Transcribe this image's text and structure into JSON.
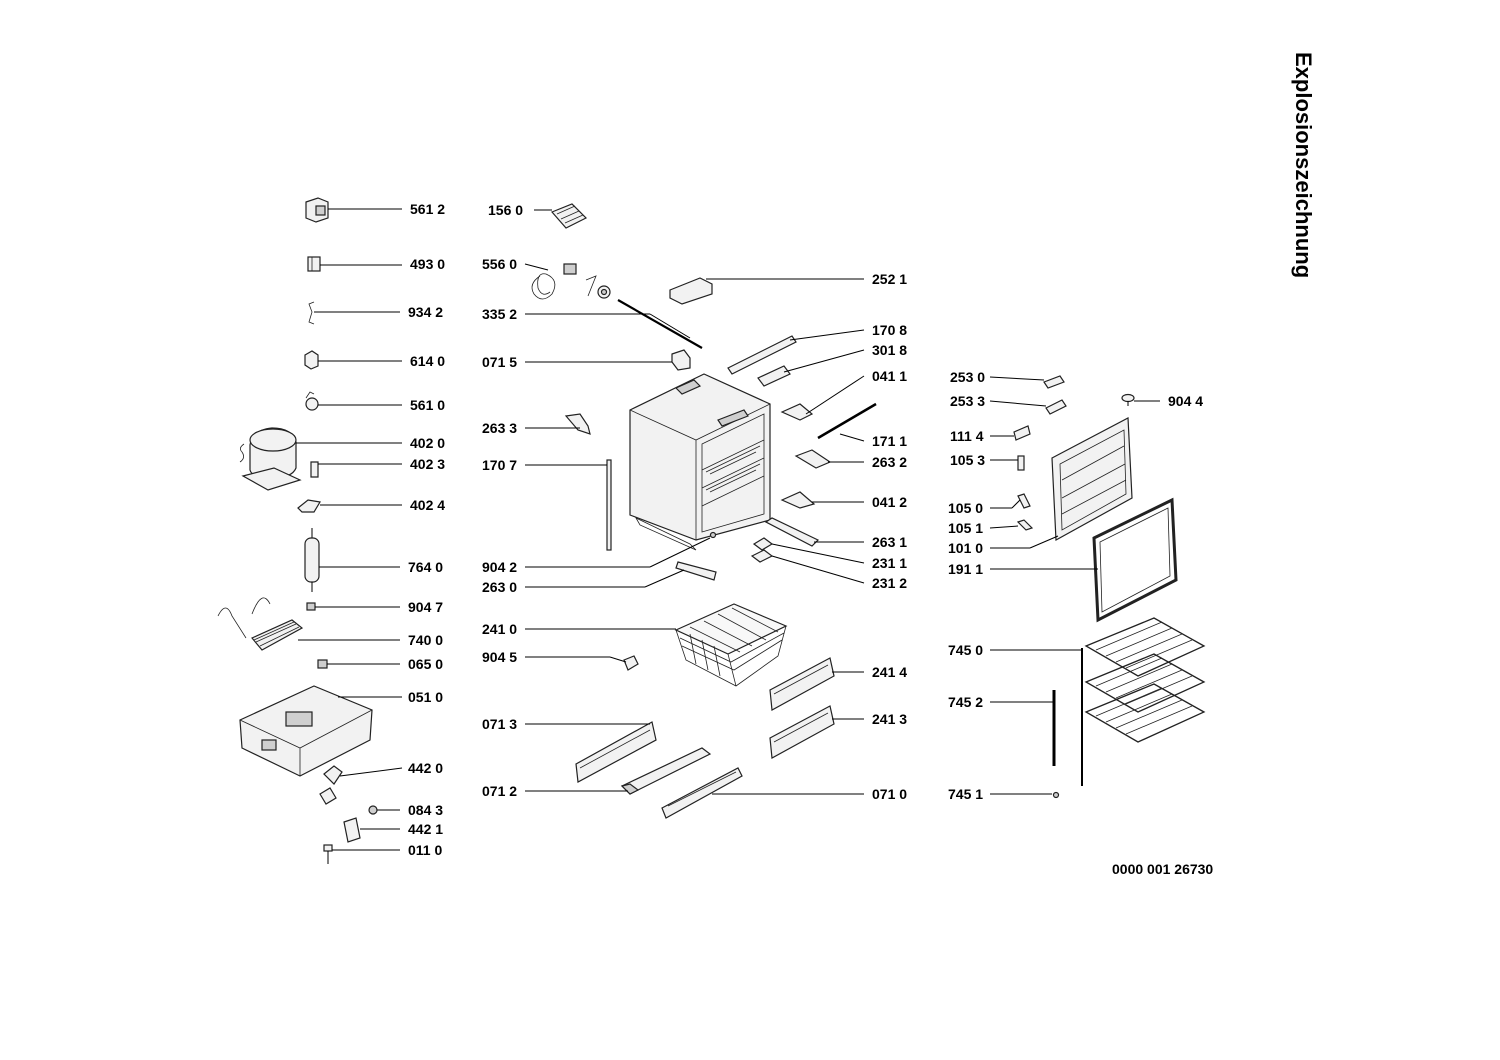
{
  "title": "Explosionszeichnung",
  "doc_number": "0000 001 26730",
  "labels": {
    "l5612": "561 2",
    "l4930": "493 0",
    "l9342": "934 2",
    "l6140": "614 0",
    "l5610": "561 0",
    "l4020": "402 0",
    "l4023": "402 3",
    "l4024": "402 4",
    "l7640": "764 0",
    "l9047": "904 7",
    "l7400": "740 0",
    "l0650": "065 0",
    "l0510": "051 0",
    "l4420": "442 0",
    "l0843": "084 3",
    "l4421": "442 1",
    "l0110": "011 0",
    "l1560": "156 0",
    "l5560": "556 0",
    "l3352": "335 2",
    "l0715": "071 5",
    "l2633": "263 3",
    "l1707": "170 7",
    "l9042": "904 2",
    "l2630": "263 0",
    "l2410": "241 0",
    "l9045": "904 5",
    "l0713": "071 3",
    "l0712": "071 2",
    "l2521": "252 1",
    "l1708": "170 8",
    "l3018": "301 8",
    "l0411": "041 1",
    "l1711": "171 1",
    "l2632": "263 2",
    "l0412": "041 2",
    "l2631": "263 1",
    "l2311": "231 1",
    "l2312": "231 2",
    "l2414": "241 4",
    "l2413": "241 3",
    "l0710": "071 0",
    "l2530": "253 0",
    "l2533": "253 3",
    "l9044": "904 4",
    "l1114": "111 4",
    "l1053": "105 3",
    "l1050": "105 0",
    "l1051": "105 1",
    "l1010": "101 0",
    "l1911": "191 1",
    "l7450": "745 0",
    "l7452": "745 2",
    "l7451": "745 1"
  }
}
